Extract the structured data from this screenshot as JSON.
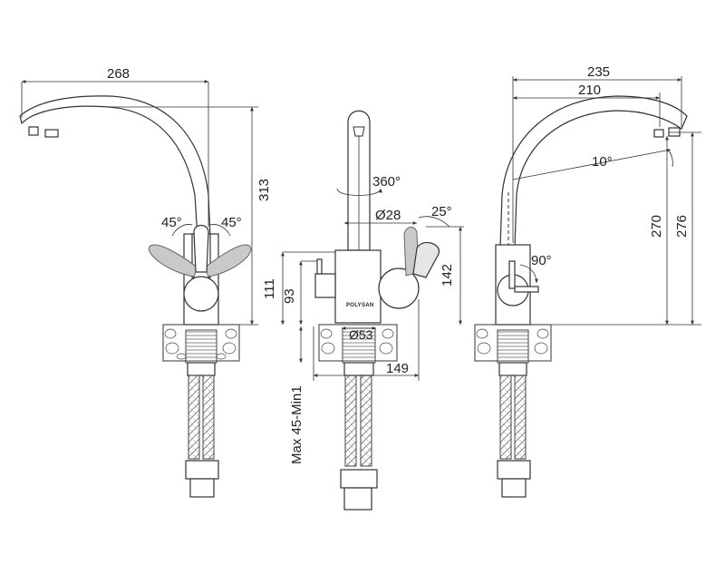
{
  "brand": "POLYSAN",
  "dimensions": {
    "left_view": {
      "spout_reach": "268",
      "height": "313",
      "handle_angle_left": "45°",
      "handle_angle_right": "45°"
    },
    "front_view": {
      "rotation": "360°",
      "spout_diameter": "Ø28",
      "handle_tilt": "25°",
      "body_height_outer": "111",
      "body_height_inner": "93",
      "handle_height": "142",
      "base_diameter": "Ø53",
      "width": "149",
      "countertop": "Max 45-Min1"
    },
    "right_view": {
      "reach_outer": "235",
      "reach_inner": "210",
      "spout_angle": "10°",
      "outlet_height": "270",
      "total_height": "276",
      "lever_angle": "90°"
    }
  },
  "colors": {
    "line": "#333333",
    "handle_fill": "#c9c9c9",
    "background": "#ffffff"
  }
}
